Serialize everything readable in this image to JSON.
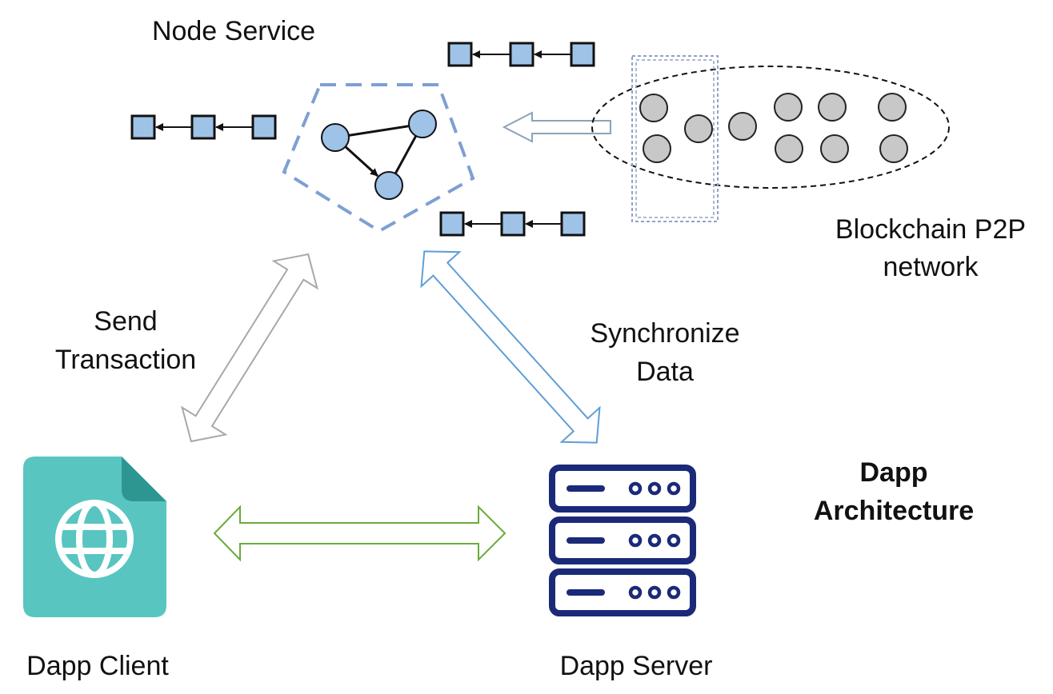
{
  "labels": {
    "node_service": "Node Service",
    "blockchain_line1": "Blockchain P2P",
    "blockchain_line2": "network",
    "send_line1": "Send",
    "send_line2": "Transaction",
    "sync_line1": "Synchronize",
    "sync_line2": "Data",
    "dapp_client": "Dapp Client",
    "dapp_server": "Dapp Server",
    "title_line1": "Dapp",
    "title_line2": "Architecture"
  },
  "icons": {
    "client": "globe-document-icon",
    "server": "server-rack-icon"
  },
  "colors": {
    "block_fill": "#9fc2e7",
    "node_fill": "#9fc2e7",
    "peer_fill": "#c8c8c8",
    "pentagon": "#7e9fd3",
    "client_icon": "#58c5c1",
    "client_icon_fold": "#2e9691",
    "server_icon": "#1b2a78",
    "arrow_send": "#a8a8a8",
    "arrow_sync": "#5f9ed6",
    "arrow_client_server": "#6aab3d",
    "arrow_p2p": "#8ea1b8"
  }
}
